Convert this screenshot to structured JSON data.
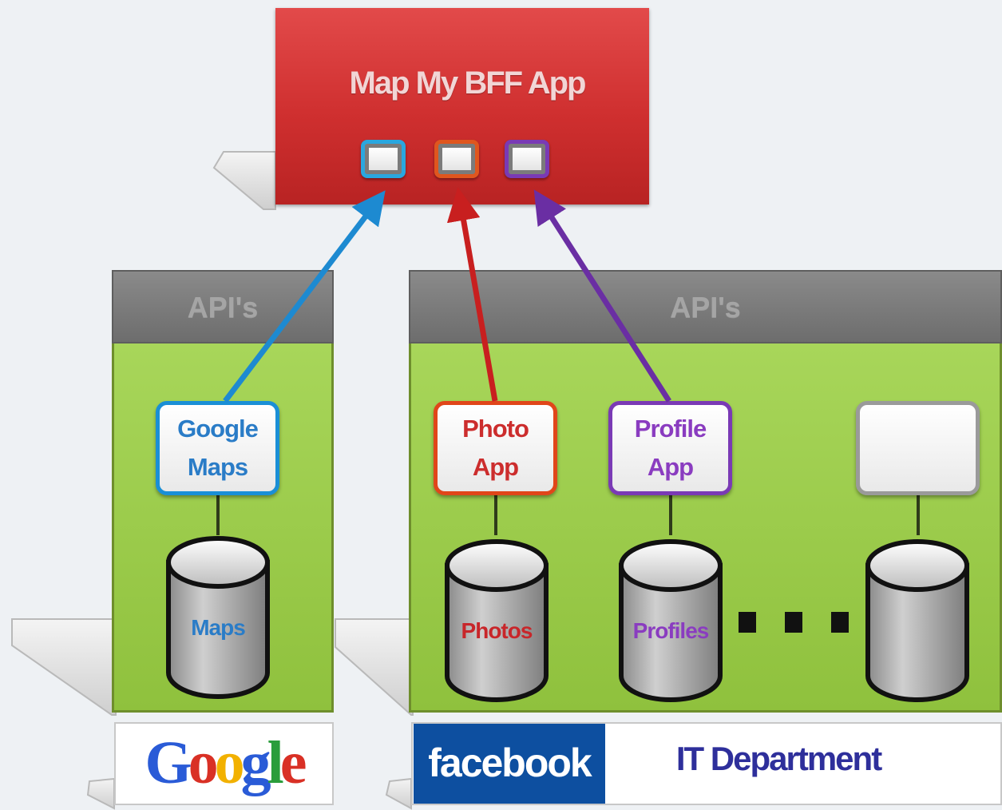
{
  "app": {
    "title": "Map My BFF App"
  },
  "panels": {
    "left": {
      "header": "API's"
    },
    "right": {
      "header": "API's"
    }
  },
  "services": {
    "google_maps": {
      "line1": "Google",
      "line2": "Maps",
      "color": "#1a8fd6",
      "text_color": "#2a7cc7"
    },
    "photo_app": {
      "line1": "Photo",
      "line2": "App",
      "color": "#e0461a",
      "text_color": "#cc2d2d"
    },
    "profile_app": {
      "line1": "Profile",
      "line2": "App",
      "color": "#7a3ab5",
      "text_color": "#8a3cc0"
    }
  },
  "databases": {
    "maps": "Maps",
    "photos": "Photos",
    "profiles": "Profiles",
    "blank": ""
  },
  "logos": {
    "google": [
      "G",
      "o",
      "o",
      "g",
      "l",
      "e"
    ],
    "google_colors": [
      "#2a5bd7",
      "#d93025",
      "#f2b100",
      "#2a5bd7",
      "#2a9d3b",
      "#d93025"
    ],
    "facebook": "facebook",
    "it_department": "IT Department"
  },
  "arrows": {
    "maps_color": "#1d8ad1",
    "photo_color": "#c81f1f",
    "profile_color": "#6a2ea3"
  }
}
